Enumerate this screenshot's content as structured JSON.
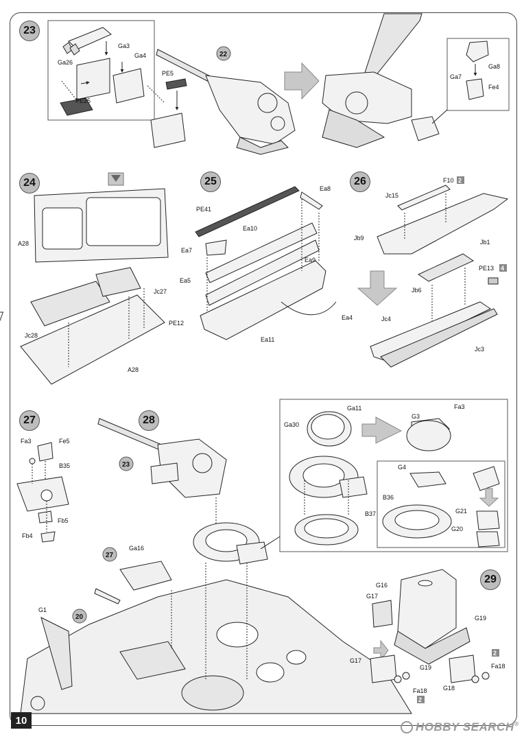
{
  "page": {
    "number": "10"
  },
  "watermark": {
    "text": "HOBBY SEARCH",
    "reg": "®"
  },
  "steps": [
    {
      "num": "23"
    },
    {
      "num": "24"
    },
    {
      "num": "25"
    },
    {
      "num": "26"
    },
    {
      "num": "27"
    },
    {
      "num": "28"
    },
    {
      "num": "29"
    }
  ],
  "callouts": {
    "c22": "22",
    "c23": "23",
    "c27": "27",
    "c20": "20"
  },
  "labels": {
    "Ga26": "Ga26",
    "Ga3": "Ga3",
    "Ga4": "Ga4",
    "PE25": "PE25",
    "PE5": "PE5",
    "Ga7": "Ga7",
    "Ga8": "Ga8",
    "Fe4": "Fe4",
    "A28a": "A28",
    "A28b": "A28",
    "Jc27": "Jc27",
    "Jc28": "Jc28",
    "PE12": "PE12",
    "PE41": "PE41",
    "Ea8": "Ea8",
    "Ea10": "Ea10",
    "Ea7": "Ea7",
    "Ea5": "Ea5",
    "Ea9": "Ea9",
    "Ea11": "Ea11",
    "Ea4": "Ea4",
    "F10": "F10",
    "Jc15": "Jc15",
    "Jb9": "Jb9",
    "Jb1": "Jb1",
    "PE13": "PE13",
    "Jb6": "Jb6",
    "Jc4": "Jc4",
    "Jc3": "Jc3",
    "Fa3a": "Fa3",
    "Fe5": "Fe5",
    "B35": "B35",
    "Fb4": "Fb4",
    "Fb5": "Fb5",
    "Ga11": "Ga11",
    "Fa3b": "Fa3",
    "Ga30": "Ga30",
    "G3": "G3",
    "G4": "G4",
    "B36": "B36",
    "B37": "B37",
    "G21": "G21",
    "G20": "G20",
    "Ga16": "Ga16",
    "G1": "G1",
    "G16": "G16",
    "G17a": "G17",
    "G17b": "G17",
    "G19a": "G19",
    "G19b": "G19",
    "G18": "G18",
    "Fa18a": "Fa18",
    "Fa18b": "Fa18"
  },
  "qty": {
    "F10": "2",
    "PE13": "4",
    "Fa18a": "2",
    "Fa18b": "2"
  }
}
